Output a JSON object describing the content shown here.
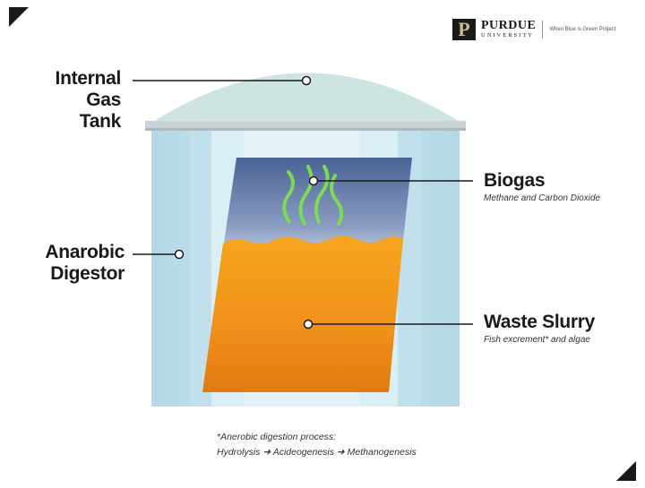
{
  "logo": {
    "mark": "P",
    "name": "PURDUE",
    "subname": "UNIVERSITY",
    "tagline": "When Blue is Green Project"
  },
  "labels": {
    "gas_tank": [
      "Internal Gas",
      "Tank"
    ],
    "digestor": [
      "Anarobic",
      "Digestor"
    ],
    "biogas": {
      "title": "Biogas",
      "subtitle": "Methane and Carbon Dioxide"
    },
    "slurry": {
      "title": "Waste Slurry",
      "subtitle": "Fish excrement* and algae"
    }
  },
  "footnote": {
    "line1": "*Anerobic digestion process:",
    "steps": [
      "Hydrolysis",
      "Acideogenesis",
      "Methanogenesis"
    ],
    "arrow": "➜"
  },
  "colors": {
    "tank_outer": "#b9dce8",
    "tank_inner": "#d6ecf3",
    "dome": "#cfe5e3",
    "gas_top": "#4f6a9a",
    "slurry": "#f39a1a",
    "fumes": "#7ed957"
  }
}
